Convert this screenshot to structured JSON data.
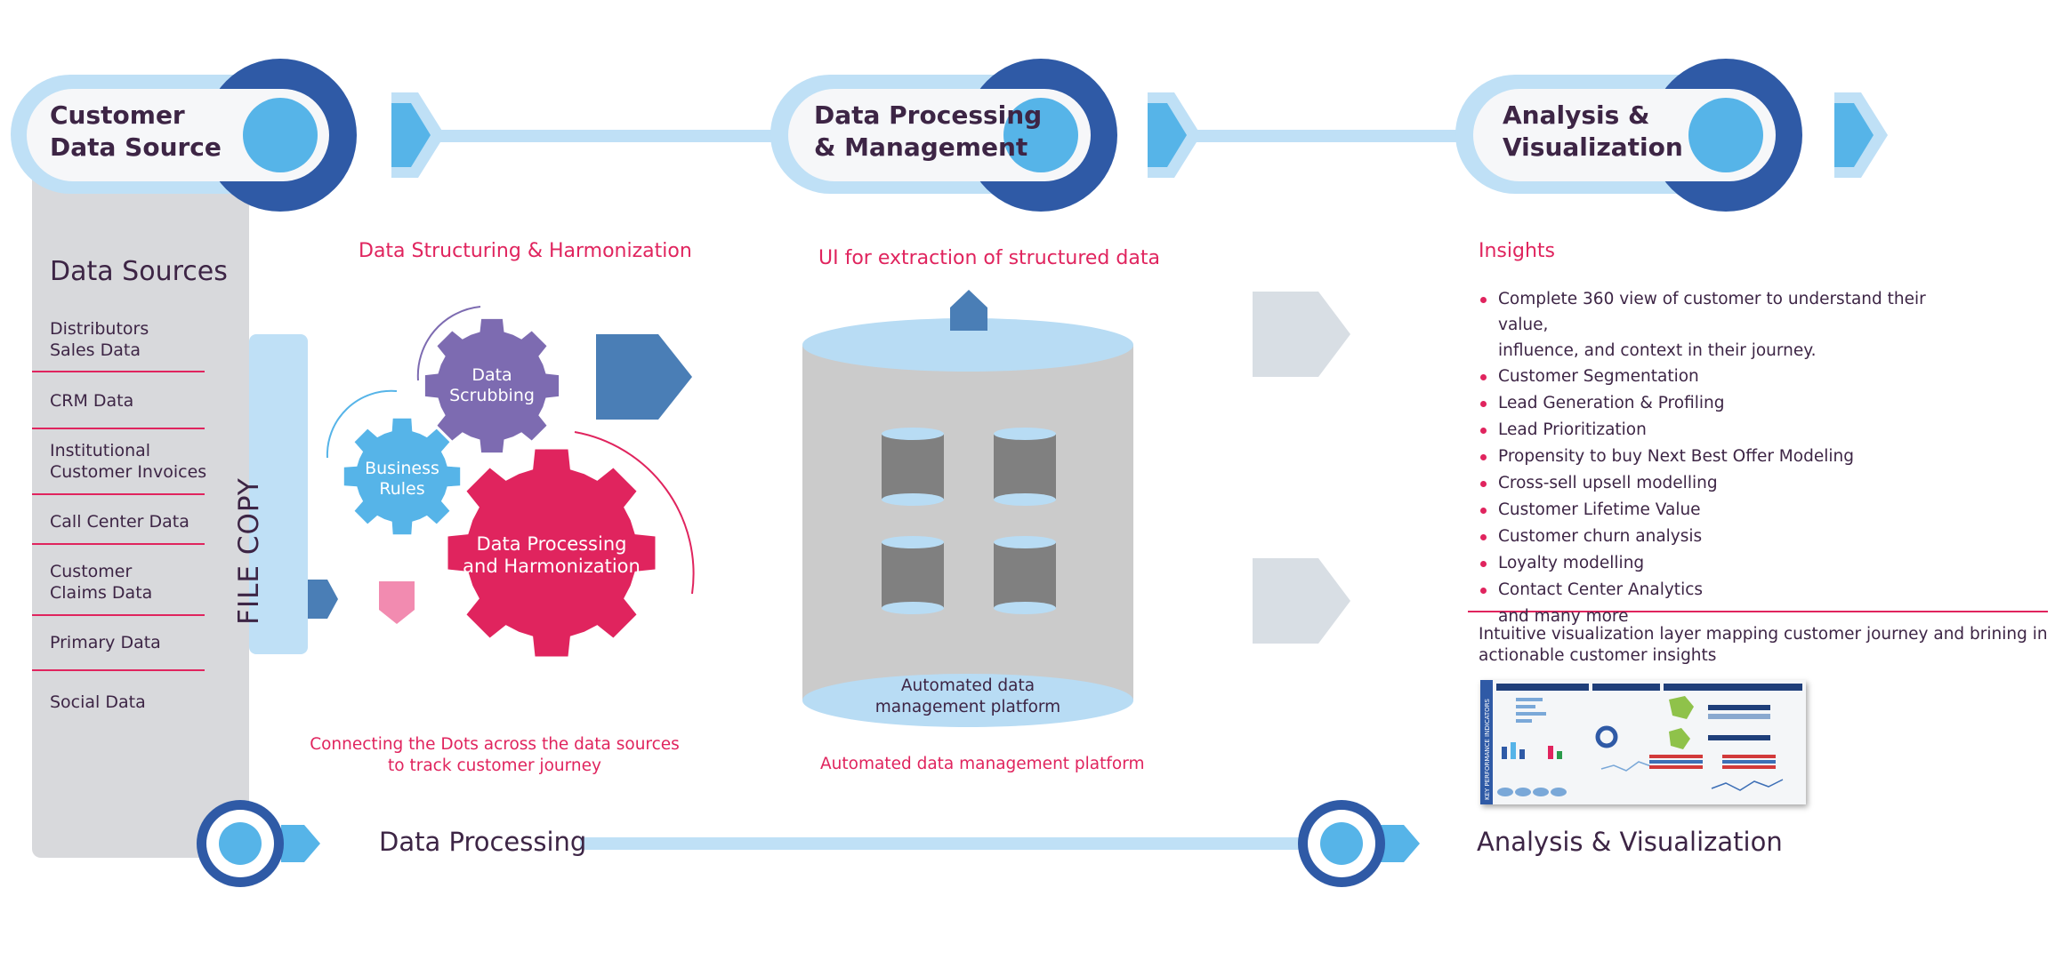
{
  "colors": {
    "dark_blue": "#2f5aa6",
    "light_blue": "#56b4e8",
    "pale_blue": "#bfe0f6",
    "magenta": "#e0245e",
    "purple_gear": "#7d6bb1",
    "text_purple": "#3d2545",
    "gray_panel": "#d8d9dc",
    "cylinder_gray": "#cbcbcb",
    "steel_blue": "#4a7eb6"
  },
  "stages": [
    {
      "title": "Customer\nData Source"
    },
    {
      "title": "Data Processing\n& Management"
    },
    {
      "title": "Analysis &\nVisualization"
    }
  ],
  "sources": {
    "title": "Data Sources",
    "items": [
      "Distributors\nSales Data",
      "CRM Data",
      "Institutional\nCustomer Invoices",
      "Call Center Data",
      "Customer\nClaims Data",
      "Primary Data",
      "Social Data"
    ],
    "file_copy": "FILE COPY"
  },
  "structuring": {
    "title": "Data Structuring & Harmonization",
    "gears": {
      "scrubbing": "Data\nScrubbing",
      "rules": "Business\nRules",
      "processing": "Data Processing\nand Harmonization"
    },
    "caption": "Connecting the Dots across the data sources\nto track customer journey"
  },
  "platform": {
    "title": "UI for extraction of structured data",
    "label": "Automated data\nmanagement platform",
    "caption": "Automated data management platform"
  },
  "insights": {
    "title": "Insights",
    "items": [
      "Complete 360 view of customer to understand their value,\ninfluence, and context in their journey.",
      "Customer Segmentation",
      "Lead Generation & Profiling",
      "Lead Prioritization",
      "Propensity to buy Next Best Offer Modeling",
      "Cross-sell upsell modelling",
      "Customer Lifetime Value",
      "Customer churn analysis",
      "Loyalty modelling",
      "Contact Center Analytics"
    ],
    "more": "and many more",
    "viz_text": "Intuitive visualization layer mapping customer journey and brining in\nactionable customer insights",
    "dashboard_side_label": "KEY PERFORMANCE INDICATORS"
  },
  "footer": {
    "processing": "Data Processing",
    "analysis": "Analysis & Visualization"
  }
}
